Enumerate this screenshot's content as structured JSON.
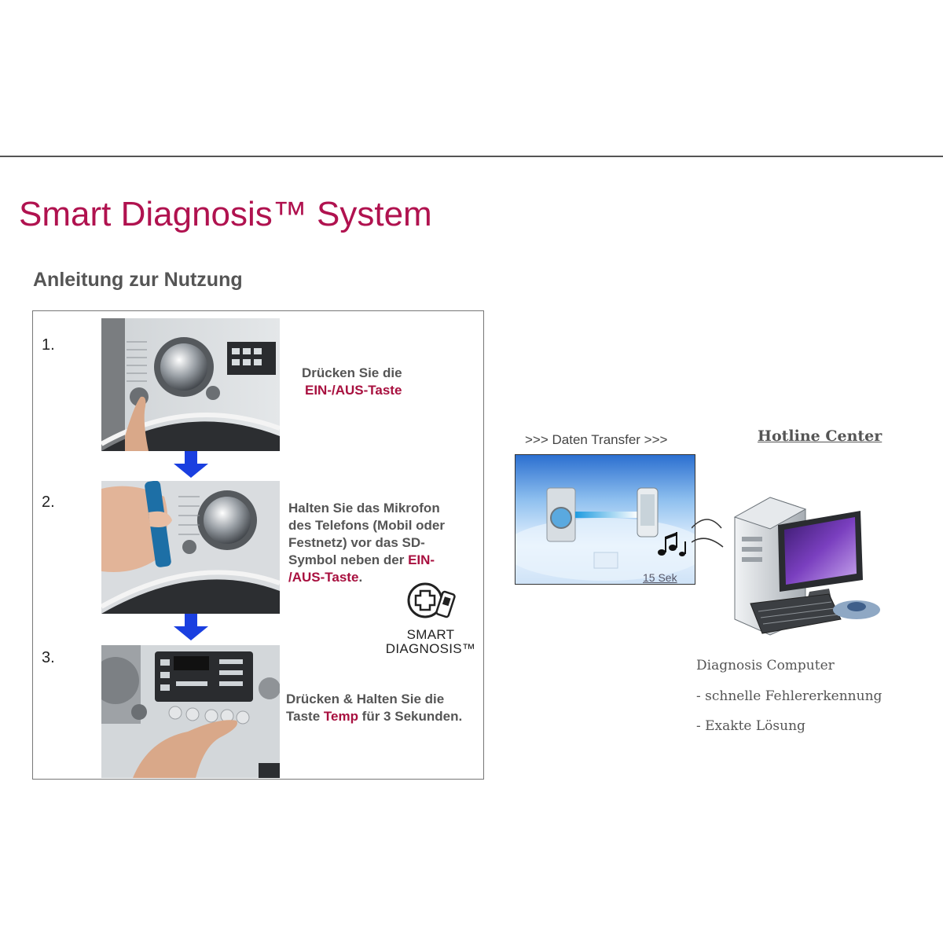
{
  "header": {
    "title": "Smart Diagnosis™ System",
    "subtitle": "Anleitung zur Nutzung"
  },
  "steps": [
    {
      "number": "1.",
      "text_lines": [
        [
          {
            "t": "Drücken Sie die",
            "h": false
          }
        ],
        [
          {
            "t": "EIN-/AUS-Taste",
            "h": true
          }
        ]
      ]
    },
    {
      "number": "2.",
      "text_lines": [
        [
          {
            "t": "Halten Sie das Mikrofon",
            "h": false
          }
        ],
        [
          {
            "t": "des Telefons (Mobil oder",
            "h": false
          }
        ],
        [
          {
            "t": "Festnetz) vor das SD-",
            "h": false
          }
        ],
        [
          {
            "t": "Symbol neben der ",
            "h": false
          },
          {
            "t": "EIN-",
            "h": true
          }
        ],
        [
          {
            "t": "/AUS-Taste",
            "h": true
          },
          {
            "t": ".",
            "h": false
          }
        ]
      ]
    },
    {
      "number": "3.",
      "text_lines": [
        [
          {
            "t": "Drücken & Halten Sie die",
            "h": false
          }
        ],
        [
          {
            "t": "Taste ",
            "h": false
          },
          {
            "t": "Temp",
            "h": true
          },
          {
            "t": " für 3 Sekunden.",
            "h": false
          }
        ]
      ]
    }
  ],
  "smart_diagnosis_logo": {
    "line1": "SMART",
    "line2": "DIAGNOSIS™"
  },
  "transfer": {
    "label": ">>> Daten Transfer >>>",
    "seconds": "15 Sek"
  },
  "hotline": {
    "title": "Hotline Center",
    "info": [
      "Diagnosis Computer",
      "- schnelle Fehlererkennung",
      "- Exakte Lösung"
    ]
  },
  "colors": {
    "accent": "#b0124f",
    "highlight": "#a8103f",
    "arrow": "#1a3fe0",
    "text": "#555555"
  }
}
